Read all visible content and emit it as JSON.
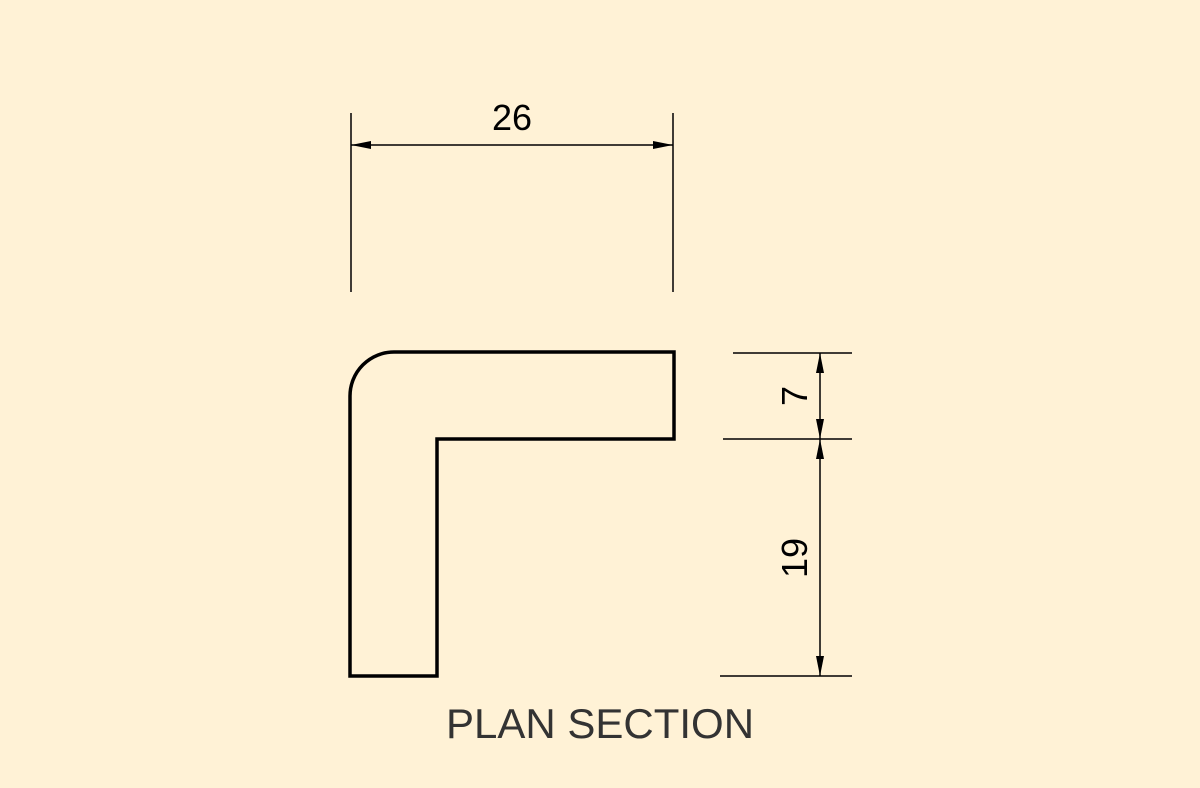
{
  "drawing": {
    "caption": "PLAN SECTION",
    "dimensions": {
      "overall_width": "26",
      "flange_thickness": "7",
      "leg_length": "19"
    }
  },
  "colors": {
    "background": "#fff2d6",
    "line": "#000000",
    "caption": "#333333"
  }
}
